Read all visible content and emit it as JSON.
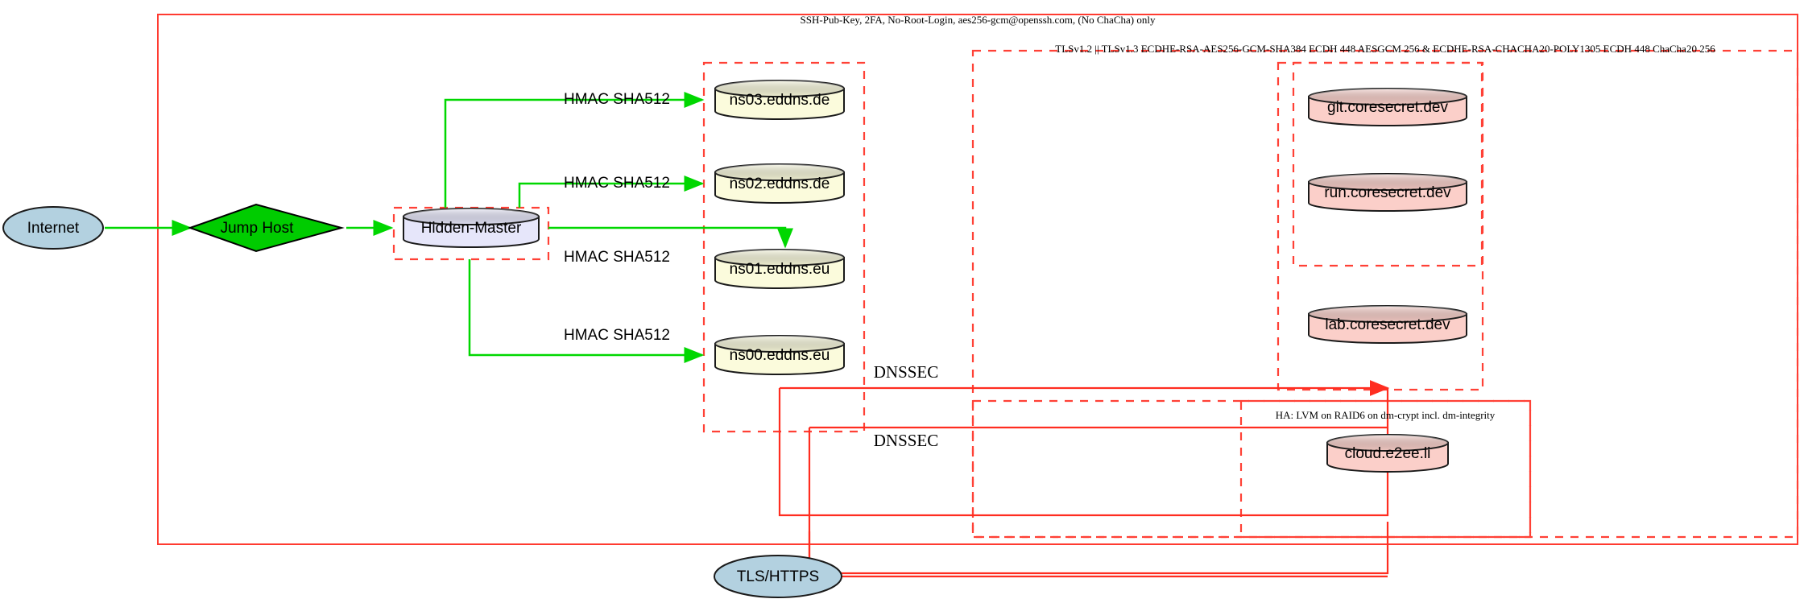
{
  "diagram": {
    "title_labels": {
      "ssh_policy": "SSH-Pub-Key, 2FA, No-Root-Login, aes256-gcm@openssh.com, (No ChaCha) only",
      "tls_policy": "TLSv1.2 || TLSv1.3 ECDHE-RSA-AES256-GCM-SHA384 ECDH 448 AESGCM 256 & ECDHE-RSA-CHACHA20-POLY1305 ECDH 448 ChaCha20 256",
      "ha_policy": "HA: LVM on RAID6 on dm-crypt incl. dm-integrity"
    },
    "nodes": {
      "internet": "Internet",
      "jump_host": "Jump Host",
      "hidden_master": "Hidden-Master",
      "ns03": "ns03.eddns.de",
      "ns02": "ns02.eddns.de",
      "ns01": "ns01.eddns.eu",
      "ns00": "ns00.eddns.eu",
      "git": "git.coresecret.dev",
      "run": "run.coresecret.dev",
      "lab": "lab.coresecret.dev",
      "cloud": "cloud.e2ee.li",
      "tls_https": "TLS/HTTPS"
    },
    "edge_labels": {
      "hmac_ns03": "HMAC SHA512",
      "hmac_ns02": "HMAC SHA512",
      "hmac_ns01": "HMAC SHA512",
      "hmac_ns00": "HMAC SHA512",
      "dnssec_upper": "DNSSEC",
      "dnssec_lower": "DNSSEC"
    },
    "colors": {
      "internet_fill": "#b3d1e0",
      "jump_host_fill": "#00cc00",
      "hidden_master_fill": "#e6e6fa",
      "dns_fill": "#fbfbdc",
      "service_fill": "#fbcfc9",
      "tls_fill": "#b3d1e0",
      "boundary_red": "#ff3b30",
      "flow_green": "#00d700"
    }
  }
}
